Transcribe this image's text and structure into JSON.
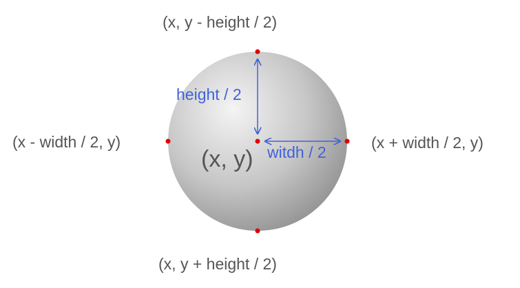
{
  "labels": {
    "top": "(x, y - height / 2)",
    "bottom": "(x, y + height / 2)",
    "left": "(x - width / 2, y)",
    "right": "(x + width / 2, y)",
    "center": "(x, y)",
    "height": "height / 2",
    "width": "witdh / 2"
  },
  "colors": {
    "text": "#555555",
    "dimension": "#3f63d8",
    "point": "#e00000",
    "sphere_light": "#f2f2f2",
    "sphere_dark": "#8a8a8a"
  }
}
